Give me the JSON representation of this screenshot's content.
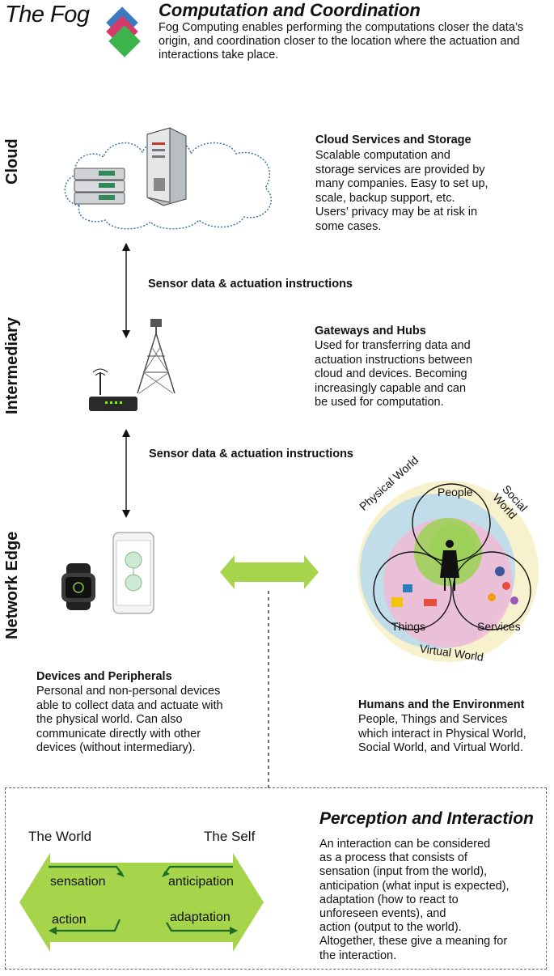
{
  "header": {
    "fog_title": "The Fog",
    "title": "Computation and Coordination",
    "description": "Fog Computing enables performing the computations closer the data’s origin, and coordination closer to the location where the actuation and interactions take place."
  },
  "levels": {
    "cloud": "Cloud",
    "intermediary": "Intermediary",
    "network_edge": "Network Edge"
  },
  "cloud_block": {
    "title": "Cloud Services and Storage",
    "lines": [
      "Scalable computation and",
      "storage services are provided by",
      "many companies. Easy to set up,",
      "scale, backup support, etc.",
      "Users’ privacy may be at risk in",
      "some cases."
    ]
  },
  "gateway_block": {
    "title": "Gateways and Hubs",
    "lines": [
      "Used for transferring data and",
      "actuation instructions between",
      "cloud and devices. Becoming",
      "increasingly capable and can",
      "be used for computation."
    ]
  },
  "flow": {
    "upper": "Sensor data & actuation instructions",
    "lower": "Sensor data & actuation instructions"
  },
  "devices_block": {
    "title": "Devices and Peripherals",
    "lines": [
      "Personal and non-personal devices",
      "able to collect data and actuate with",
      "the physical world. Can also",
      "communicate directly with other",
      "devices (without intermediary)."
    ]
  },
  "humans_block": {
    "title": "Humans and the Environment",
    "lines": [
      "People, Things and Services",
      "which interact in Physical World,",
      "Social World, and Virtual World."
    ]
  },
  "venn": {
    "physical_world": "Physical World",
    "social_world": "Social World",
    "virtual_world": "Virtual World",
    "people": "People",
    "things": "Things",
    "services": "Services"
  },
  "perception": {
    "title": "Perception and Interaction",
    "lines": [
      "An interaction can be considered",
      "as a process that consists of",
      "sensation (input from the world),",
      "anticipation (what input is expected),",
      "adaptation (how to react to",
      "unforeseen events), and",
      "action (output to the world).",
      "Altogether, these give a meaning for",
      "the interaction."
    ],
    "the_world": "The World",
    "the_self": "The Self",
    "sensation": "sensation",
    "anticipation": "anticipation",
    "action": "action",
    "adaptation": "adaptation"
  },
  "colors": {
    "accent_green": "#a6d44a",
    "dark_green": "#2e7d32",
    "logo_blue": "#3a7bbf",
    "logo_pink": "#d63a6c",
    "logo_green": "#3cb44b"
  }
}
